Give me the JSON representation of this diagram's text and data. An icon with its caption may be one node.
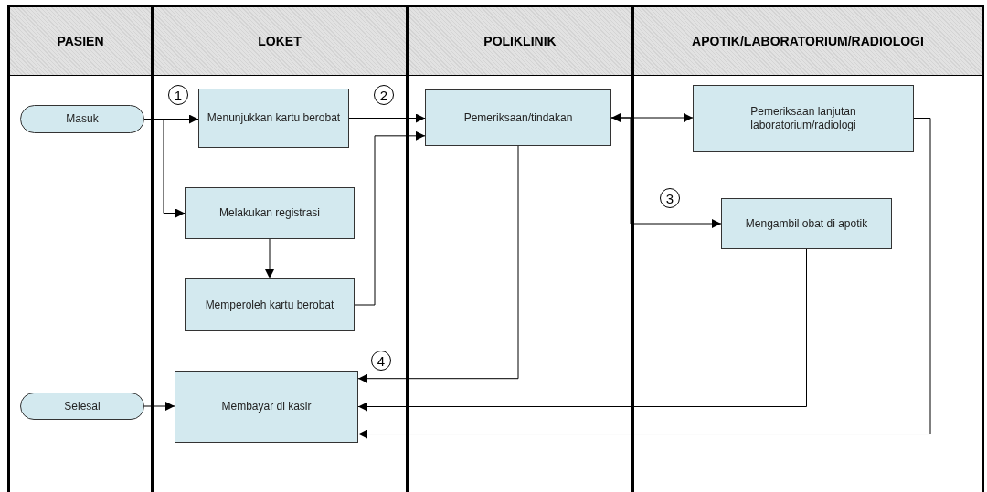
{
  "diagram": {
    "nodes": [
      {
        "text": [
          "PASIEN"
        ]
      },
      {
        "text": [
          "LOKET"
        ]
      },
      {
        "text": [
          "POLIKLINIK"
        ]
      },
      {
        "text": [
          "APOTIK/LABORATORIUM/RADIOLOGI"
        ]
      },
      {
        "text": [
          "Masuk"
        ],
        "in": 0
      },
      {
        "text": [
          "Menunjukkan kartu berobat"
        ],
        "in": 1
      },
      {
        "text": [
          "Melakukan registrasi"
        ],
        "in": 1
      },
      {
        "text": [
          "Memperoleh kartu berobat"
        ],
        "in": 1
      },
      {
        "text": [
          "Pemeriksaan/tindakan"
        ],
        "in": 2
      },
      {
        "text": [
          "Pemeriksaan lanjutan laboratorium/radiologi"
        ],
        "in": 3
      },
      {
        "text": [
          "Mengambil obat di apotik"
        ],
        "in": 3
      },
      {
        "text": [
          "Selesai"
        ],
        "in": 0
      },
      {
        "text": [
          "Membayar di kasir"
        ],
        "in": 1
      }
    ],
    "edges": [
      {
        "from": 4,
        "to": 5,
        "arrow": "to"
      },
      {
        "from": 4,
        "to": 6,
        "arrow": "to"
      },
      {
        "from": 6,
        "to": 7,
        "arrow": "to"
      },
      {
        "from": 5,
        "to": 8,
        "arrow": "to"
      },
      {
        "from": 7,
        "to": 8,
        "arrow": "to"
      },
      {
        "from": 8,
        "to": 9,
        "arrow": "both"
      },
      {
        "from": 8,
        "to": 10,
        "arrow": "to"
      },
      {
        "from": 8,
        "to": 12,
        "arrow": "to"
      },
      {
        "from": 10,
        "to": 12,
        "arrow": "to"
      },
      {
        "from": 9,
        "to": 12,
        "arrow": "to"
      },
      {
        "from": 11,
        "to": 12,
        "arrow": "to"
      }
    ],
    "labels": [
      "1",
      "2",
      "3",
      "4"
    ]
  }
}
